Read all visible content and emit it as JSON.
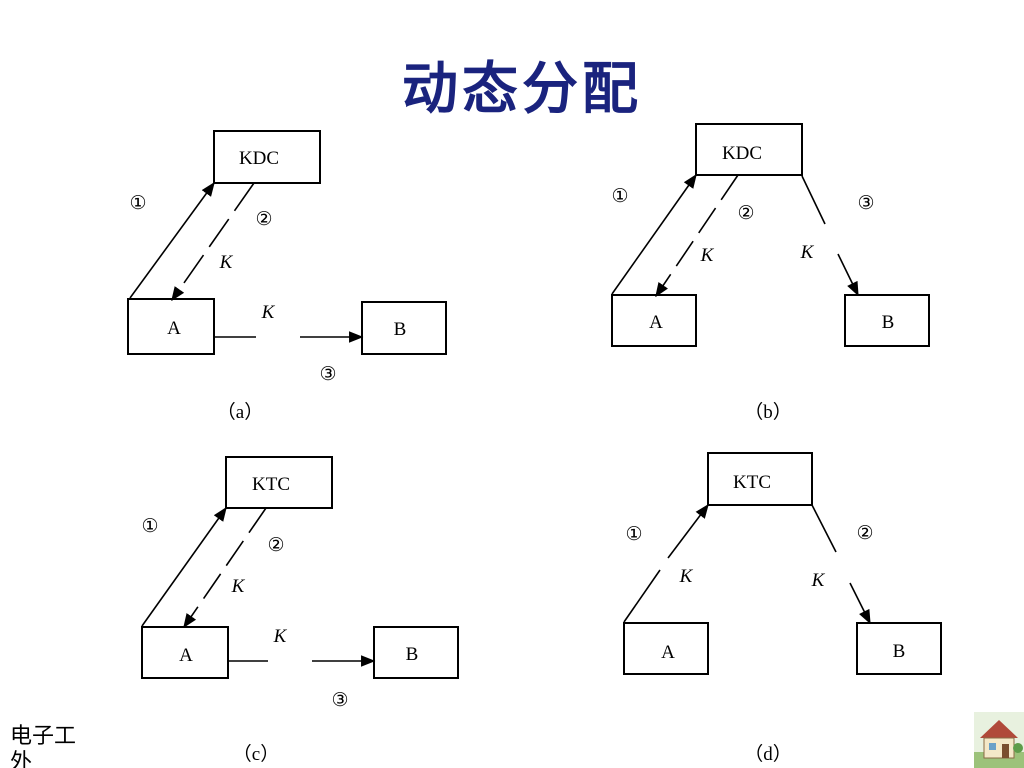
{
  "title": "动态分配",
  "footer_text": "电子工外",
  "diagrams": [
    {
      "caption": "（a）",
      "center": "KDC",
      "a": "A",
      "b": "B",
      "k1": "K",
      "k2": "K",
      "n1": "①",
      "n2": "②",
      "n3": "③"
    },
    {
      "caption": "（b）",
      "center": "KDC",
      "a": "A",
      "b": "B",
      "k1": "K",
      "k2": "K",
      "n1": "①",
      "n2": "②",
      "n3": "③"
    },
    {
      "caption": "（c）",
      "center": "KTC",
      "a": "A",
      "b": "B",
      "k1": "K",
      "k2": "K",
      "n1": "①",
      "n2": "②",
      "n3": "③"
    },
    {
      "caption": "（d）",
      "center": "KTC",
      "a": "A",
      "b": "B",
      "k1": "K",
      "k2": "K",
      "n1": "①",
      "n2": "②"
    }
  ],
  "colors": {
    "title": "#1a237e",
    "line": "#000000"
  }
}
